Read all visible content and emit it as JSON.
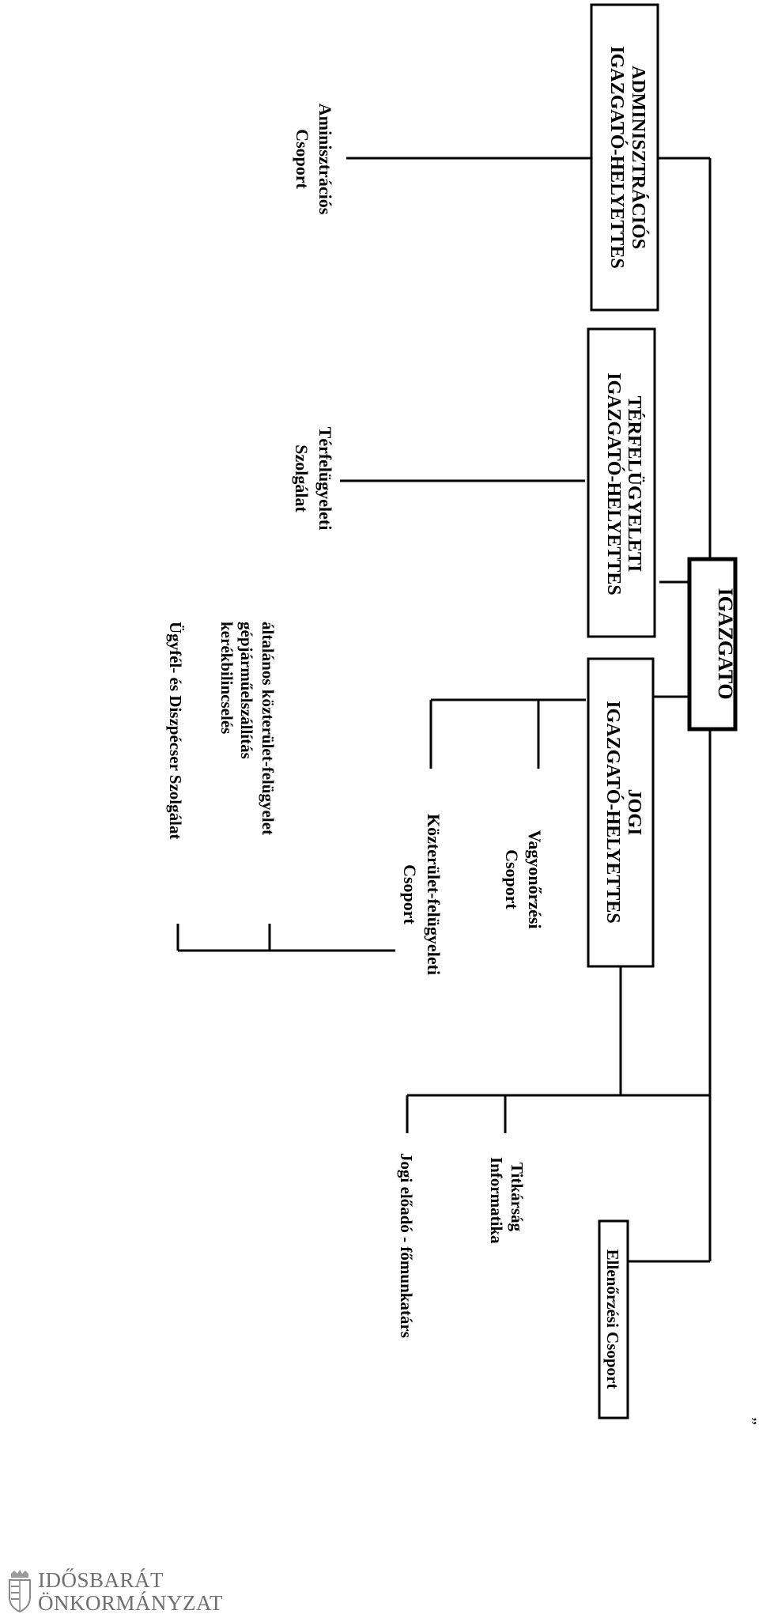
{
  "org_chart": {
    "director": "IGAZGATÓ",
    "deputy_admin": [
      "ADMINISZTRÁCIÓS",
      "IGAZGATÓ-HELYETTES"
    ],
    "admin_group": [
      "Aminisztrációs",
      "Csoport"
    ],
    "deputy_space": [
      "TÉRFELÜGYELETI",
      "IGAZGATÓ-HELYETTES"
    ],
    "space_service": [
      "Térfelügyeleti",
      "Szolgálat"
    ],
    "deputy_legal": [
      "JOGI",
      "IGAZGATÓ-HELYETTES"
    ],
    "property_group": [
      "Vagyonőrzési",
      "Csoport"
    ],
    "public_space_group": [
      "Közterület-felügyeleti",
      "Csoport"
    ],
    "public_space_tasks": [
      "általános közterület-felügyelet",
      "gépjárműelszállítás",
      "kerékbilincselés"
    ],
    "client_dispatch": "Ügyfél- és Diszpécser Szolgálat",
    "secretariat": [
      "Titkárság",
      "Informatika"
    ],
    "legal_officer": "Jogi előadó - főmunkatárs",
    "control_group": "Ellenőrzési Csoport"
  },
  "closing_quote": "”",
  "footer": {
    "line1": "IDŐSBARÁT",
    "line2": "ÖNKORMÁNYZAT"
  }
}
